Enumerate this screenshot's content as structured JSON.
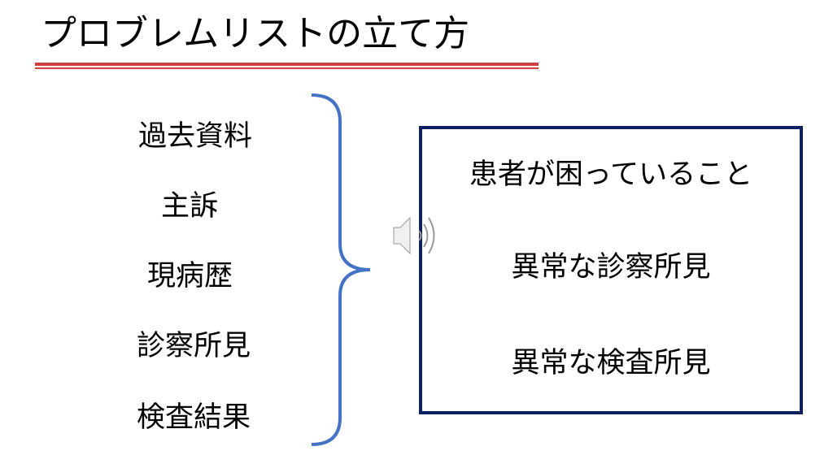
{
  "slide": {
    "title": "プロブレムリストの立て方",
    "sources": [
      "過去資料",
      "主訴",
      "現病歴",
      "診察所見",
      "検査結果"
    ],
    "problems": [
      "患者が困っていること",
      "異常な診察所見",
      "異常な検査所見"
    ]
  },
  "colors": {
    "underline": "#d04040",
    "brace": "#4472c4",
    "box_border": "#0a2060"
  }
}
